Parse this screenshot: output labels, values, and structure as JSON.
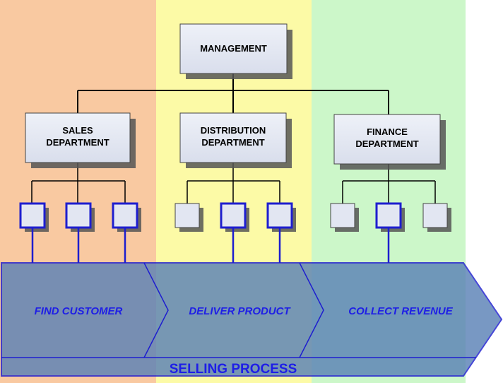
{
  "colors": {
    "sales_band": "#f9c9a1",
    "distribution_band": "#fcfaa6",
    "finance_band": "#ccf7c9",
    "box_fill": "#e2e6f2",
    "highlight_border": "#1e1ecf",
    "process_text": "#1e1ee6",
    "arrow_fill": "#6c8dbd"
  },
  "management": {
    "label": "MANAGEMENT"
  },
  "departments": [
    {
      "line1": "SALES",
      "line2": "DEPARTMENT"
    },
    {
      "line1": "DISTRIBUTION",
      "line2": "DEPARTMENT"
    },
    {
      "line1": "FINANCE",
      "line2": "DEPARTMENT"
    }
  ],
  "process_steps": [
    "FIND CUSTOMER",
    "DELIVER PRODUCT",
    "COLLECT REVENUE"
  ],
  "process_title": "SELLING PROCESS"
}
